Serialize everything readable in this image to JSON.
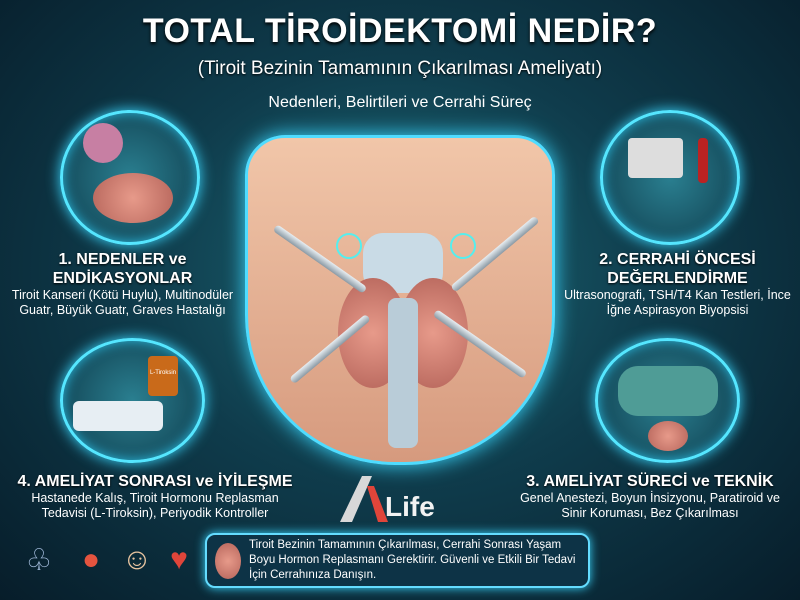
{
  "header": {
    "title": "TOTAL TİROİDEKTOMİ NEDİR?",
    "subtitle": "(Tiroit Bezinin Tamamının Çıkarılması Ameliyatı)",
    "tagline": "Nedenleri, Belirtileri ve Cerrahi Süreç"
  },
  "sections": [
    {
      "title_line1": "1. NEDENLER ve",
      "title_line2": "ENDİKASYONLAR",
      "description": "Tiroit Kanseri (Kötü Huylu), Multinodüler Guatr, Büyük Guatr, Graves Hastalığı"
    },
    {
      "title_line1": "2. CERRAHİ ÖNCESİ",
      "title_line2": "DEĞERLENDİRME",
      "description": "Ultrasonografi, TSH/T4 Kan Testleri, İnce İğne Aspirasyon Biyopsisi"
    },
    {
      "title": "3. AMELİYAT SÜRECİ ve TEKNİK",
      "description": "Genel Anestezi, Boyun İnsizyonu, Paratiroid ve Sinir Koruması, Bez Çıkarılması"
    },
    {
      "title": "4. AMELİYAT SONRASI ve İYİLEŞME",
      "description": "Hastanede Kalış, Tiroit Hormonu Replasman Tedavisi (L-Tiroksin), Periyodik Kontroller"
    }
  ],
  "bottle_label": "L-Tiroksin",
  "logo": {
    "text": "Life",
    "mark": "A"
  },
  "footer": {
    "note": "Tiroit Bezinin Tamamının Çıkarılması, Cerrahi Sonrası Yaşam Boyu Hormon Replasmanı Gerektirir. Güvenli ve Etkili Bir Tedavi İçin Cerrahınıza Danışın."
  },
  "colors": {
    "glow": "#55e6ff",
    "background": "#0f3c4c",
    "logo_red": "#e0453a"
  }
}
